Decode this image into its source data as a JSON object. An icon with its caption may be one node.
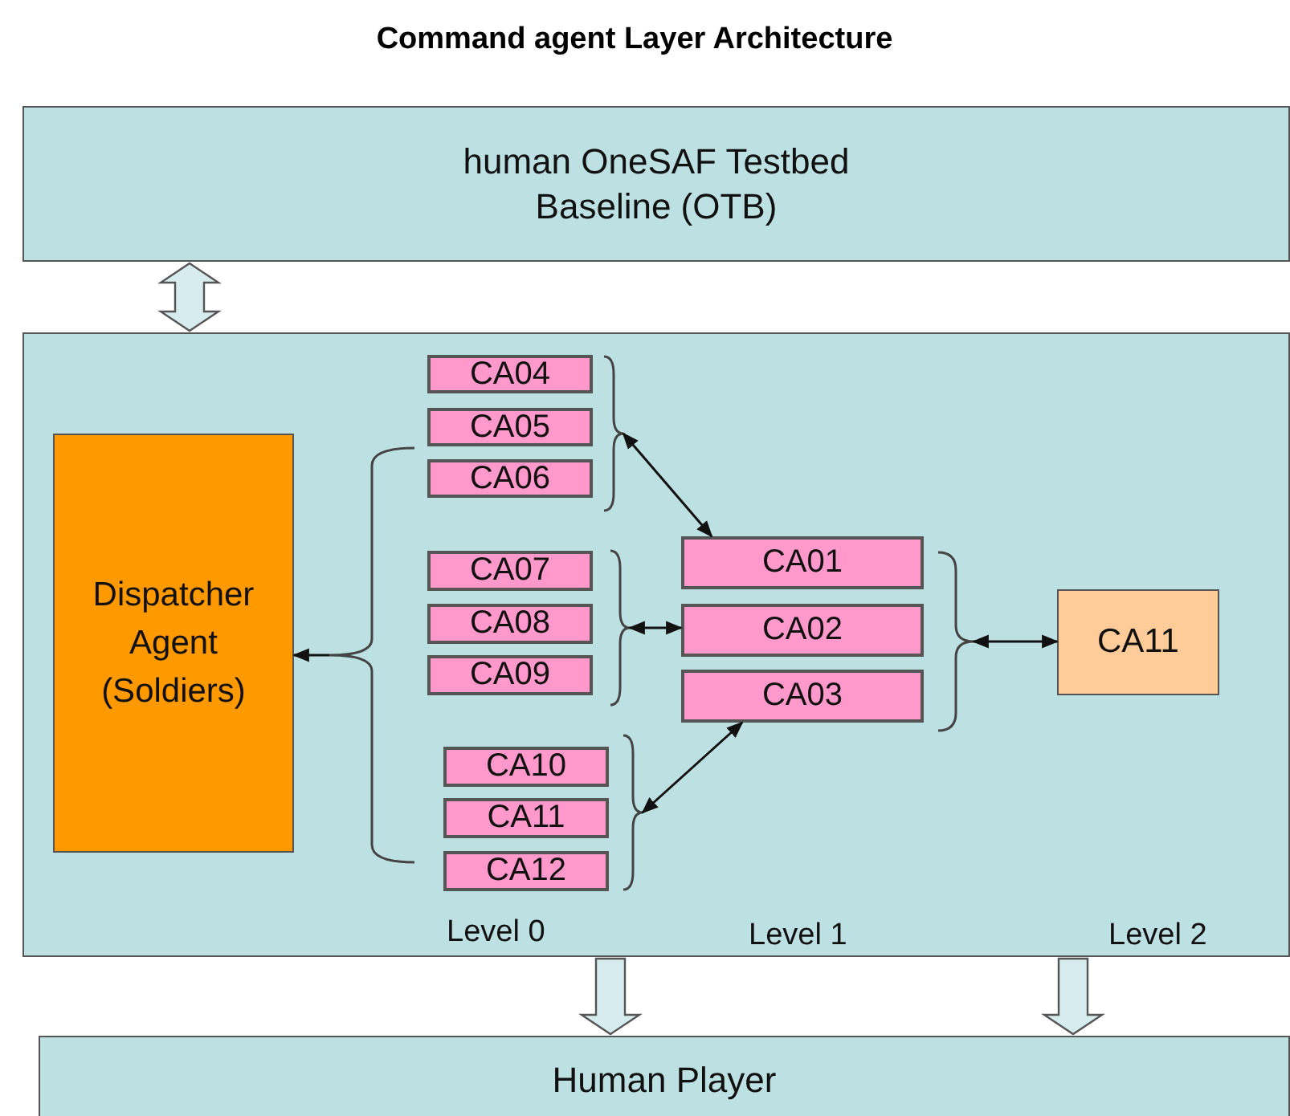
{
  "diagram": {
    "title": "Command agent Layer Architecture",
    "nodes": [
      {
        "text": [
          "human OneSAF Testbed Baseline (OTB)"
        ]
      },
      {
        "text": [],
        "shape": "box"
      },
      {
        "text": [
          "Dispatcher Agent (Soldiers)"
        ],
        "in": 1
      },
      {
        "text": [
          "CA04"
        ],
        "in": 1
      },
      {
        "text": [
          "CA05"
        ],
        "in": 1
      },
      {
        "text": [
          "CA06"
        ],
        "in": 1
      },
      {
        "text": [
          "CA07"
        ],
        "in": 1
      },
      {
        "text": [
          "CA08"
        ],
        "in": 1
      },
      {
        "text": [
          "CA09"
        ],
        "in": 1
      },
      {
        "text": [
          "CA10"
        ],
        "in": 1
      },
      {
        "text": [
          "CA11"
        ],
        "in": 1
      },
      {
        "text": [
          "CA12"
        ],
        "in": 1
      },
      {
        "text": [
          "CA01"
        ],
        "in": 1
      },
      {
        "text": [
          "CA02"
        ],
        "in": 1
      },
      {
        "text": [
          "CA03"
        ],
        "in": 1
      },
      {
        "text": [
          "CA11"
        ],
        "in": 1
      },
      {
        "text": [
          "Human Player"
        ]
      },
      {
        "text": [],
        "shape": "bracket",
        "in": 1
      },
      {
        "text": [],
        "shape": "bracket",
        "in": 1
      },
      {
        "text": [],
        "shape": "bracket",
        "in": 1
      },
      {
        "text": [],
        "shape": "bracket",
        "in": 1
      },
      {
        "text": [],
        "shape": "bracket",
        "in": 1
      }
    ],
    "edges": [
      {
        "from": 0,
        "to": 1,
        "arrow": "both",
        "style": "thick"
      },
      {
        "from": 1,
        "to": 16,
        "arrow": "to",
        "style": "thick"
      },
      {
        "from": 1,
        "to": 16,
        "arrow": "to",
        "style": "thick"
      },
      {
        "from": 17,
        "to": 2,
        "arrow": "to"
      },
      {
        "from": 18,
        "to": 12,
        "arrow": "both"
      },
      {
        "from": 19,
        "to": 13,
        "arrow": "both"
      },
      {
        "from": 20,
        "to": 14,
        "arrow": "both"
      },
      {
        "from": 21,
        "to": 15,
        "arrow": "both"
      }
    ],
    "labels": [
      "Level 0",
      "Level 1",
      "Level 2"
    ]
  }
}
